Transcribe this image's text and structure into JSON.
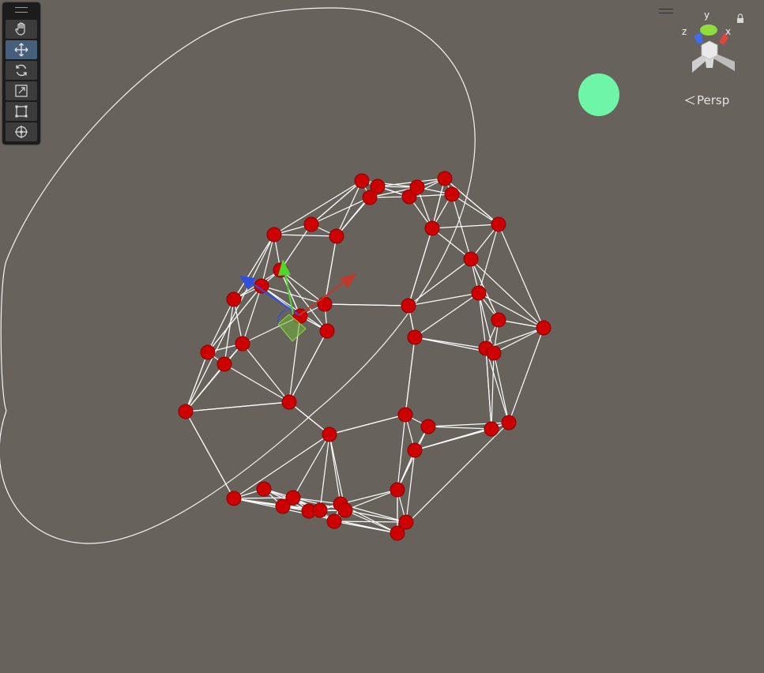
{
  "scene": {
    "background": "#68625c",
    "point_color": "#cc0000",
    "line_color": "#ffffff",
    "ellipse_color": "#f4f4f4",
    "green_object_color": "#6ff5a8"
  },
  "toolbar": {
    "tools": [
      {
        "name": "hand-tool",
        "icon": "hand-icon",
        "active": false
      },
      {
        "name": "move-tool",
        "icon": "move-arrows-icon",
        "active": true
      },
      {
        "name": "rotate-tool",
        "icon": "rotate-icon",
        "active": false
      },
      {
        "name": "scale-tool",
        "icon": "scale-icon",
        "active": false
      },
      {
        "name": "rect-tool",
        "icon": "rect-transform-icon",
        "active": false
      },
      {
        "name": "transform-tool",
        "icon": "transform-icon",
        "active": false
      }
    ]
  },
  "orientation_gizmo": {
    "x_label": "x",
    "y_label": "y",
    "z_label": "z",
    "projection_label": "Persp",
    "x_color": "#e0443a",
    "y_color": "#8ede3e",
    "z_color": "#3e6cf2",
    "lock_icon": "lock-icon"
  },
  "move_handle": {
    "x_color": "#c0392b",
    "y_color": "#4fd62a",
    "z_color": "#2f4fe0"
  }
}
